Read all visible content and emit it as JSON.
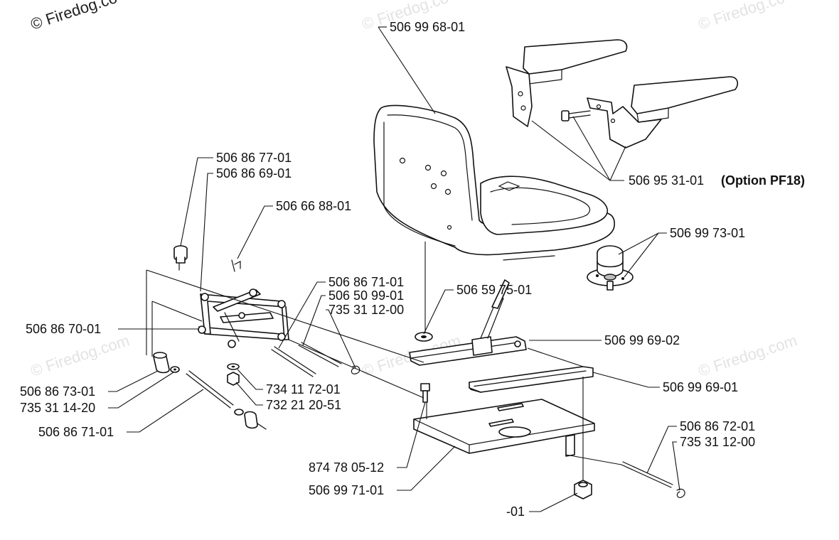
{
  "watermarks": {
    "primary": "© Firedog.co",
    "faint": [
      "© Firedog.co",
      "© Firedog.co",
      "© Firedog.com",
      "© Firedog.com",
      "© Firedog.com"
    ]
  },
  "labels": {
    "seat": "506 99 68-01",
    "bracket_screw": "506 95 31-01",
    "bracket_option": "(Option PF18)",
    "bolt_head": "506 86 77-01",
    "link_frame": "506 86 69-01",
    "spring": "506 66 88-01",
    "pivot_frame": "506 86 70-01",
    "rod_a": "506 86 71-01",
    "rod_b": "506 50 99-01",
    "clip_a": "735 31 12-00",
    "washer_top": "506 59 75-01",
    "slide_rail_top": "506 99 69-02",
    "slide_rail_bottom": "506 99 69-01",
    "knob": "506 99 73-01",
    "bushing": "506 86 73-01",
    "clip_left": "735 31 14-20",
    "rod_left": "506 86 71-01",
    "washer_mid": "734 11 72-01",
    "nut_mid": "732 21 20-51",
    "bolt": "874 78 05-12",
    "base_plate": "506 99 71-01",
    "nut_bottom": "-01",
    "rod_right": "506 86 72-01",
    "clip_right": "735 31 12-00"
  }
}
